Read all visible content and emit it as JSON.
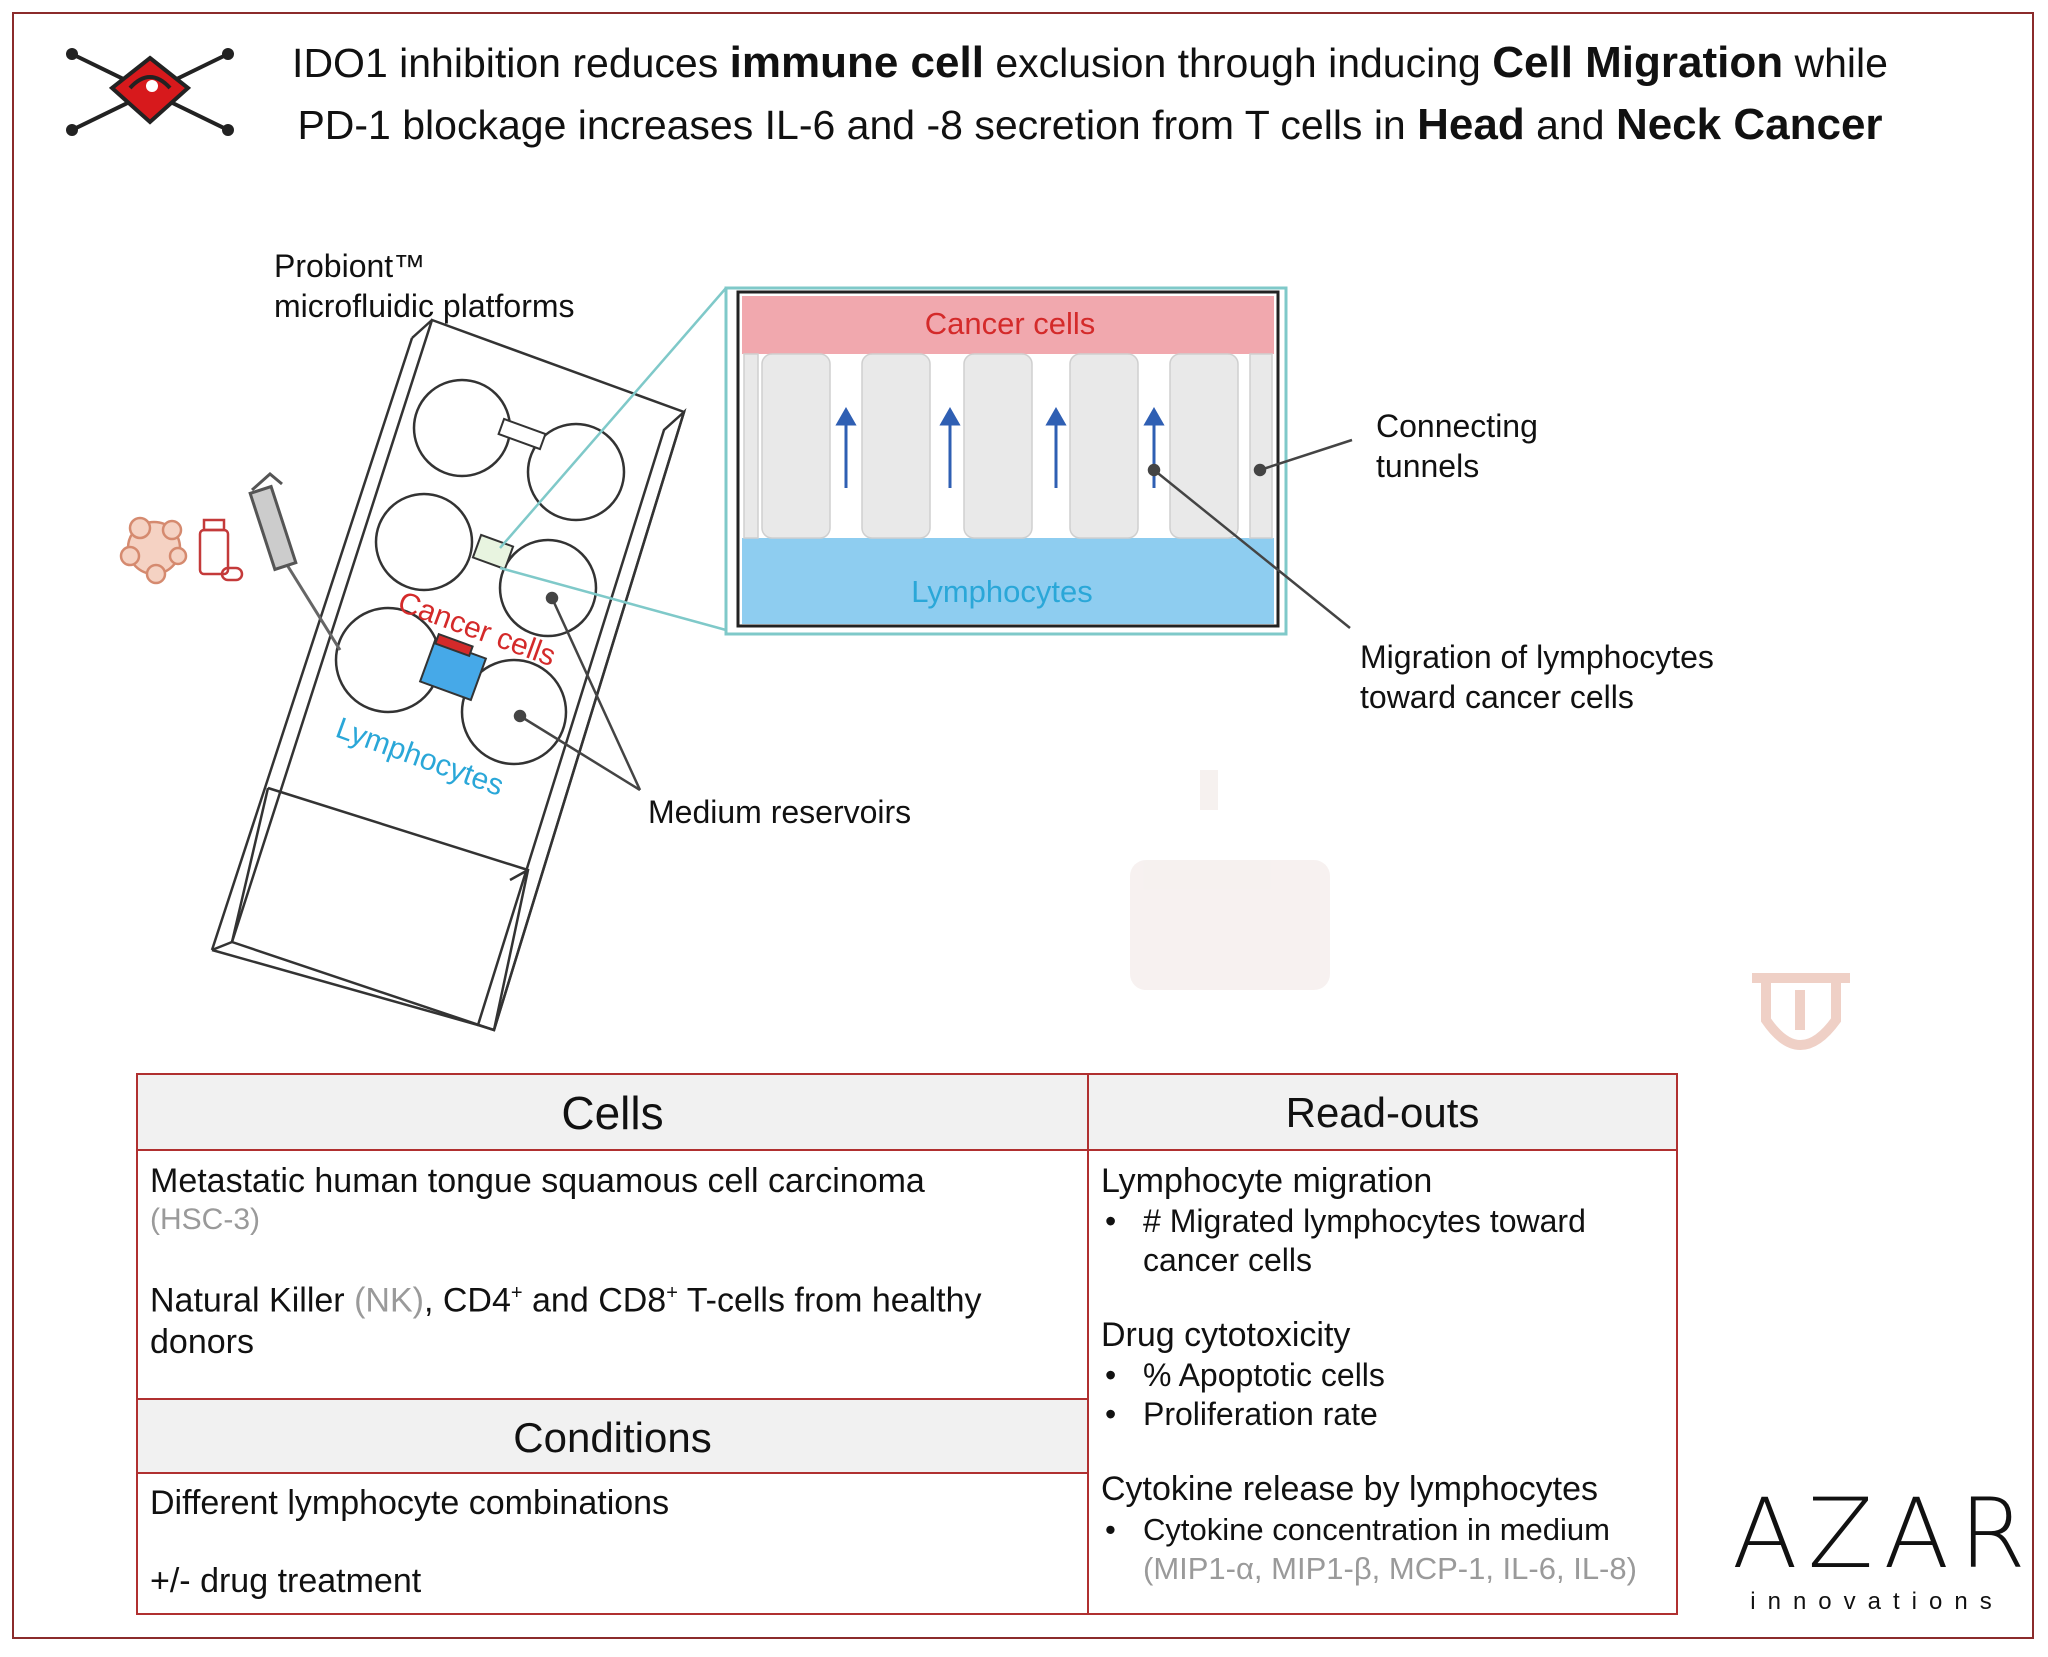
{
  "title": {
    "line1": [
      {
        "text": "IDO1 inhibition reduces ",
        "bold": false
      },
      {
        "text": "immune cell",
        "bold": true
      },
      {
        "text": " exclusion through inducing ",
        "bold": false
      },
      {
        "text": "Cell Migration",
        "bold": true
      },
      {
        "text": " while",
        "bold": false
      }
    ],
    "line2": [
      {
        "text": "PD-1 blockage increases IL-6 and -8 secretion from T cells in ",
        "bold": false
      },
      {
        "text": "Head",
        "bold": true
      },
      {
        "text": " and ",
        "bold": false
      },
      {
        "text": "Neck Cancer",
        "bold": true
      }
    ]
  },
  "diagram": {
    "platform_label_1": "Probiont™",
    "platform_label_2": "microfluidic platforms",
    "chip_cancer_label": "Cancer cells",
    "chip_lymph_label": "Lymphocytes",
    "zoom_cancer_label": "Cancer cells",
    "zoom_lymph_label": "Lymphocytes",
    "tunnels_label_1": "Connecting",
    "tunnels_label_2": "tunnels",
    "migration_label_1": "Migration of lymphocytes",
    "migration_label_2": "toward cancer cells",
    "reservoirs_label": "Medium reservoirs"
  },
  "colors": {
    "frame": "#8b2b2b",
    "table_border": "#b03030",
    "cancer_red": "#d42a2a",
    "lymph_blue": "#2aa7d8",
    "arrow_blue": "#2f5fb3",
    "logo_red": "#d7191c",
    "grey_text": "#9a9a9a"
  },
  "table": {
    "cells_header": "Cells",
    "cells_line1": "Metastatic human tongue squamous cell carcinoma",
    "cells_line1_sub": "(HSC-3)",
    "cells_line2_a": "Natural Killer ",
    "cells_line2_nk": "(NK)",
    "cells_line2_b": ", CD4",
    "cells_line2_sup1": "+",
    "cells_line2_c": " and CD8",
    "cells_line2_sup2": "+",
    "cells_line2_d": " T-cells from healthy",
    "cells_line2_e": "donors",
    "conditions_header": "Conditions",
    "conditions_line1": "Different lymphocyte combinations",
    "conditions_line2": "+/- drug treatment",
    "readouts_header": "Read-outs",
    "readouts": {
      "g1_title": "Lymphocyte migration",
      "g1_item1_a": "# Migrated lymphocytes toward",
      "g1_item1_b": "cancer cells",
      "g2_title": "Drug cytotoxicity",
      "g2_item1": "% Apoptotic cells",
      "g2_item2": "Proliferation rate",
      "g3_title": "Cytokine release by lymphocytes",
      "g3_item1": "Cytokine concentration in medium",
      "g3_item1_sub": "(MIP1-α, MIP1-β, MCP-1, IL-6, IL-8)"
    }
  },
  "logo": {
    "brand": "AZAR",
    "tagline": "innovations"
  }
}
